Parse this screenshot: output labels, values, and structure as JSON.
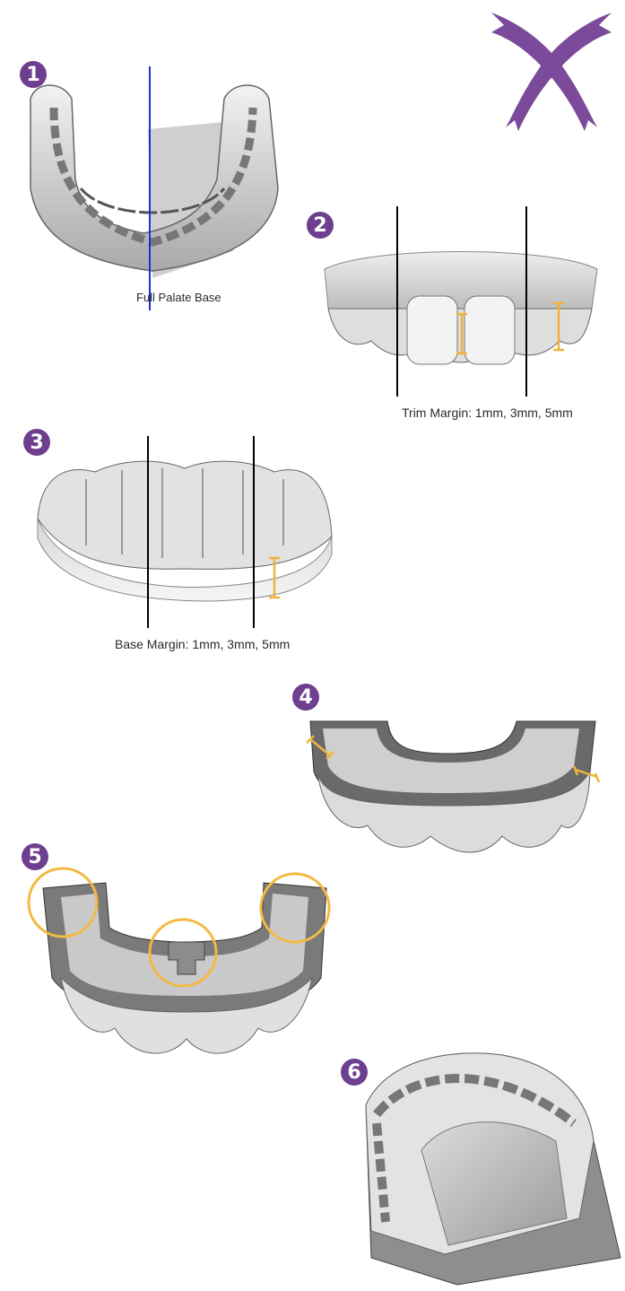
{
  "logo": {
    "name": "brand-logo",
    "color": "#7b4a9a"
  },
  "accent": {
    "badge": "#6e3f8e",
    "measure": "#f0b33a",
    "guide_blue": "#1f2fd6"
  },
  "steps": [
    {
      "number": "1",
      "caption": "Full Palate Base"
    },
    {
      "number": "2",
      "caption": "Trim Margin: 1mm, 3mm, 5mm"
    },
    {
      "number": "3",
      "caption": "Base Margin: 1mm, 3mm, 5mm"
    },
    {
      "number": "4",
      "caption": ""
    },
    {
      "number": "5",
      "caption": ""
    },
    {
      "number": "6",
      "caption": ""
    }
  ]
}
